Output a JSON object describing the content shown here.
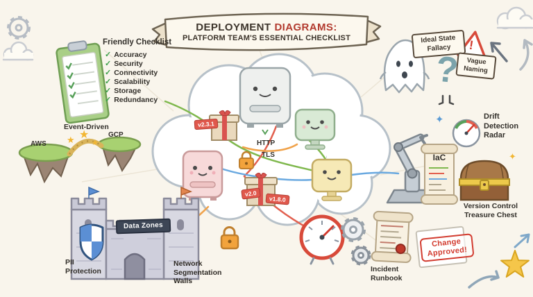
{
  "title": {
    "word1": "Deployment",
    "word2": "Diagrams:",
    "line2": "Platform Team's Essential Checklist"
  },
  "checklist": {
    "heading": "Friendly Checklist",
    "check_glyph": "✓",
    "items": [
      "Accuracy",
      "Security",
      "Connectivity",
      "Scalability",
      "Storage",
      "Redundancy"
    ]
  },
  "islands": {
    "heading": "Event-Driven",
    "left_label": "AWS",
    "right_label": "GCP",
    "star_glyph": "★"
  },
  "cloud_labels": {
    "server_version": "v2.3.1",
    "http": "HTTP",
    "tls": "TLS",
    "gift_version_a": "v2.0",
    "gift_version_b": "v1.8.0"
  },
  "pitfalls": {
    "ideal_line1": "Ideal State",
    "ideal_line2": "Fallacy",
    "warning_glyph": "!",
    "question_glyph": "?",
    "vague_line1": "Vague",
    "vague_line2": "Naming"
  },
  "drift": {
    "line1": "Drift",
    "line2": "Detection",
    "line3": "Radar",
    "sparkle_glyph": "✦"
  },
  "iac": {
    "label": "IaC"
  },
  "version_control": {
    "line1": "Version Control",
    "line2": "Treasure Chest"
  },
  "castle": {
    "banner": "Data Zones",
    "pii_line1": "PII",
    "pii_line2": "Protection",
    "walls_line1": "Network",
    "walls_line2": "Segmentation",
    "walls_line3": "Walls"
  },
  "incident": {
    "line1": "Incident",
    "line2": "Runbook"
  },
  "stamp": {
    "line1": "Change",
    "line2": "Approved!"
  },
  "colors": {
    "background": "#f9f5ec",
    "title_red": "#b23a2e",
    "ink": "#3c342b",
    "check_green": "#3da04b",
    "tag_red": "#e0584c",
    "lock_orange": "#f2a33c",
    "star_gold": "#f2b632",
    "stamp_red": "#d23b2f"
  }
}
